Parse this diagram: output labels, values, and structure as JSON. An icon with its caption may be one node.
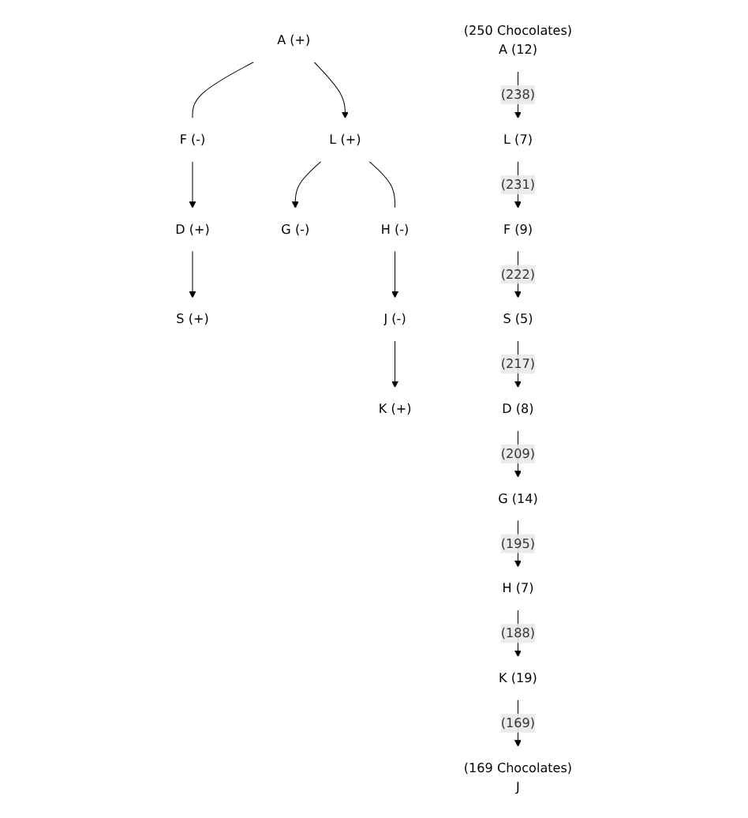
{
  "diagram": {
    "nodes": [
      {
        "text": [
          "A (+)"
        ]
      },
      {
        "text": [
          "F (-)"
        ]
      },
      {
        "text": [
          "D (+)"
        ]
      },
      {
        "text": [
          "G (-)"
        ]
      },
      {
        "text": [
          "L (+)"
        ]
      },
      {
        "text": [
          "H (-)"
        ]
      },
      {
        "text": [
          "S (+)"
        ]
      },
      {
        "text": [
          "J (-)"
        ]
      },
      {
        "text": [
          "K (+)"
        ]
      },
      {
        "text": [
          "A (12)"
        ],
        "beside": [
          "(250 Chocolates)"
        ]
      },
      {
        "text": [
          "G (14)"
        ]
      },
      {
        "text": [
          "H (7)"
        ]
      },
      {
        "text": [
          "L (7)"
        ]
      },
      {
        "text": [
          "D (8)"
        ]
      },
      {
        "text": [
          "K (19)"
        ]
      },
      {
        "text": [
          "F (9)"
        ]
      },
      {
        "text": [
          "S (5)"
        ]
      },
      {
        "text": [
          "J"
        ],
        "beside": [
          "(169 Chocolates)"
        ]
      }
    ],
    "edges": [
      {
        "from": 0,
        "to": 1,
        "arrow": "none"
      },
      {
        "from": 1,
        "to": 2,
        "arrow": "to"
      },
      {
        "from": 0,
        "to": 4,
        "arrow": "to"
      },
      {
        "from": 2,
        "to": 6,
        "arrow": "to"
      },
      {
        "from": 4,
        "to": 3,
        "arrow": "to"
      },
      {
        "from": 4,
        "to": 5,
        "arrow": "none"
      },
      {
        "from": 5,
        "to": 7,
        "arrow": "to"
      },
      {
        "from": 7,
        "to": 8,
        "arrow": "to"
      },
      {
        "from": 9,
        "to": 12,
        "arrow": "to",
        "label": "(238)"
      },
      {
        "from": 12,
        "to": 15,
        "arrow": "to",
        "label": "(231)"
      },
      {
        "from": 15,
        "to": 16,
        "arrow": "to",
        "label": "(222)"
      },
      {
        "from": 16,
        "to": 13,
        "arrow": "to",
        "label": "(217)"
      },
      {
        "from": 13,
        "to": 10,
        "arrow": "to",
        "label": "(209)"
      },
      {
        "from": 10,
        "to": 11,
        "arrow": "to",
        "label": "(195)"
      },
      {
        "from": 11,
        "to": 14,
        "arrow": "to",
        "label": "(188)"
      },
      {
        "from": 14,
        "to": 17,
        "arrow": "to",
        "label": "(169)"
      }
    ]
  }
}
